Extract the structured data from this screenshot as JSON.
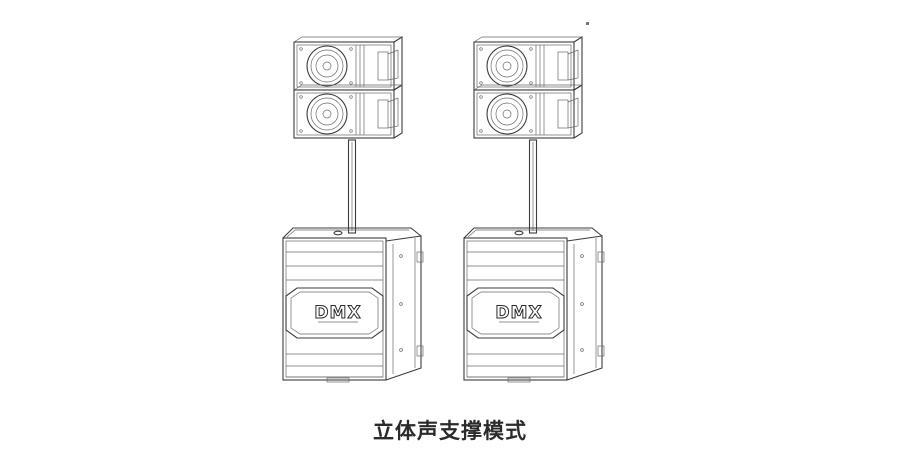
{
  "caption": "立体声支撑模式",
  "logo_text": "DMX",
  "line_color": "#3c3c3c",
  "systems": [
    {
      "name": "left"
    },
    {
      "name": "right"
    }
  ]
}
